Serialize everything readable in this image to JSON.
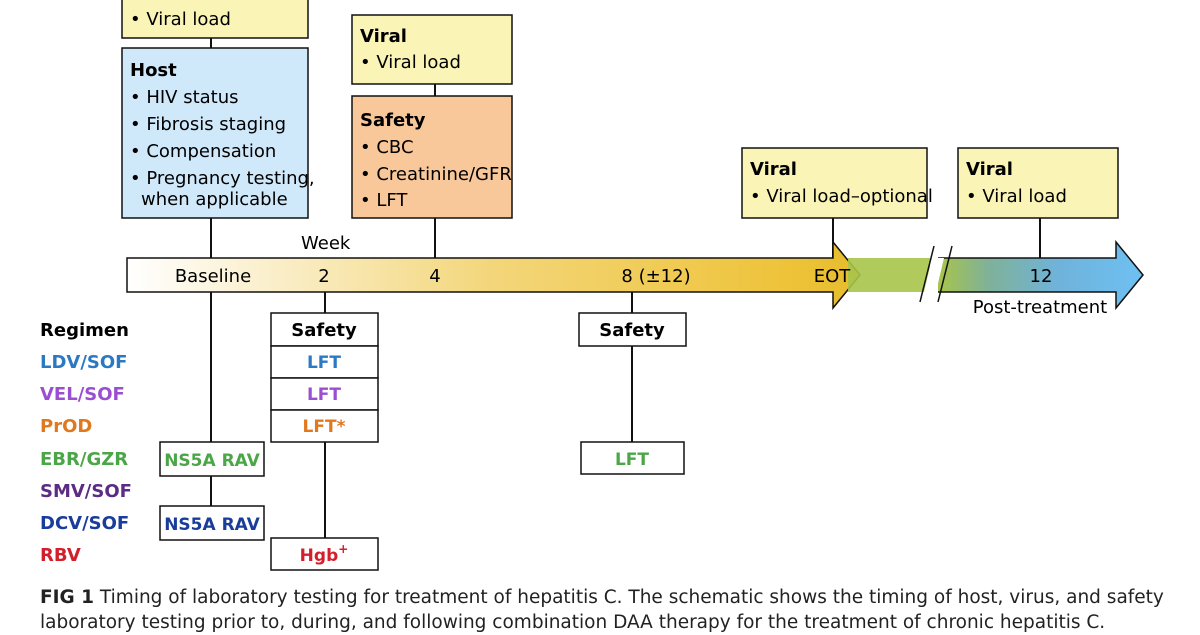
{
  "colors": {
    "viral_box": "#faf4b6",
    "host_box": "#cfe8fa",
    "safety_box": "#f8c79a",
    "ldv_sof": "#2b79c2",
    "vel_sof": "#9a4fd0",
    "prod": "#e07820",
    "ebr_gzr": "#4aa646",
    "smv_sof": "#5b2c86",
    "dcv_sof": "#1a3c9a",
    "rbv": "#d21f2b"
  },
  "boxes": {
    "top_partial": {
      "items": [
        "• Viral load"
      ]
    },
    "host": {
      "title": "Host",
      "items": [
        "• HIV status",
        "• Fibrosis staging",
        "• Compensation",
        "• Pregnancy testing,",
        "when applicable"
      ]
    },
    "viral_week4": {
      "title": "Viral",
      "items": [
        "• Viral load"
      ]
    },
    "safety_week4": {
      "title": "Safety",
      "items": [
        "• CBC",
        "• Creatinine/GFR",
        "• LFT"
      ]
    },
    "viral_eot": {
      "title": "Viral",
      "items": [
        "• Viral load–optional"
      ]
    },
    "viral_post": {
      "title": "Viral",
      "items": [
        "• Viral load"
      ]
    }
  },
  "timeline": {
    "week_label": "Week",
    "baseline": "Baseline",
    "w2": "2",
    "w4": "4",
    "w8": "8 (±12)",
    "eot": "EOT",
    "post12": "12",
    "post_label": "Post-treatment"
  },
  "regimen": {
    "header": "Regimen",
    "items": [
      "LDV/SOF",
      "VEL/SOF",
      "PrOD",
      "EBR/GZR",
      "SMV/SOF",
      "DCV/SOF",
      "RBV"
    ]
  },
  "lower": {
    "baseline_ns5a_1": "NS5A RAV",
    "baseline_ns5a_2": "NS5A RAV",
    "w2_safety": "Safety",
    "w2_lft_1": "LFT",
    "w2_lft_2": "LFT",
    "w2_lft_3": "LFT*",
    "w2_hgb": "Hgb",
    "w2_hgb_sup": "+",
    "w8_safety": "Safety",
    "w8_lft": "LFT"
  },
  "caption": {
    "label": "FIG 1",
    "line1": "Timing of laboratory testing for treatment of hepatitis C. The schematic shows the timing of host, virus, and safety",
    "line2": "laboratory testing prior to, during, and following combination DAA therapy for the treatment of chronic hepatitis C."
  }
}
